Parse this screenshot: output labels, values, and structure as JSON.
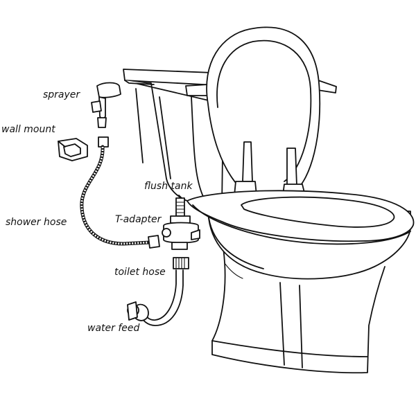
{
  "labels": {
    "sprayer": "sprayer",
    "wall_mount": "wall mount",
    "flush_tank": "flush tank",
    "shower_hose": "shower hose",
    "t_adapter": "T-adapter",
    "toilet_hose": "toilet hose",
    "water_feed": "water feed"
  },
  "colors": {
    "line": "#111111",
    "background": "#ffffff"
  }
}
